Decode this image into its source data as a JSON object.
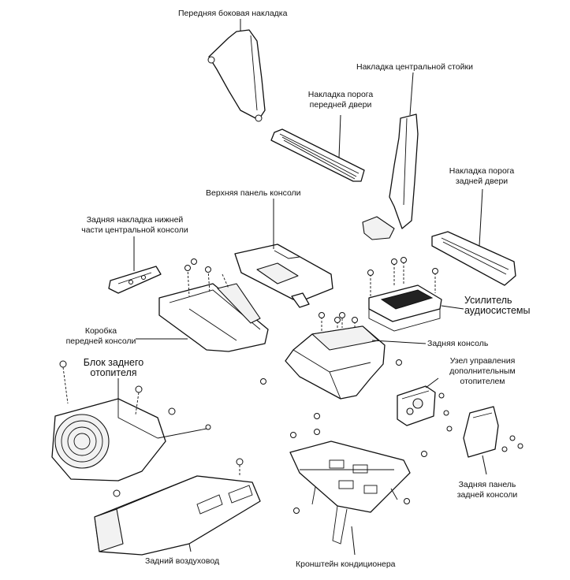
{
  "labels": {
    "front_side_trim": "Передняя боковая накладка",
    "center_pillar_trim": "Накладка центральной стойки",
    "front_sill_l1": "Накладка порога",
    "front_sill_l2": "передней двери",
    "rear_sill_l1": "Накладка порога",
    "rear_sill_l2": "задней двери",
    "upper_console_panel": "Верхняя панель консоли",
    "rear_lower_trim_l1": "Задняя накладка нижней",
    "rear_lower_trim_l2": "части центральной консоли",
    "amplifier_l1": "Усилитель",
    "amplifier_l2": "аудиосистемы",
    "front_console_box_l1": "Коробка",
    "front_console_box_l2": "передней консоли",
    "rear_console": "Задняя консоль",
    "rear_heater_l1": "Блок заднего",
    "rear_heater_l2": "отопителя",
    "aux_heater_ctrl_l1": "Узел управления",
    "aux_heater_ctrl_l2": "дополнительным",
    "aux_heater_ctrl_l3": "отопителем",
    "rear_console_panel_l1": "Задняя панель",
    "rear_console_panel_l2": "задней консоли",
    "rear_air_duct": "Задний воздуховод",
    "ac_bracket": "Кронштейн кондиционера"
  }
}
